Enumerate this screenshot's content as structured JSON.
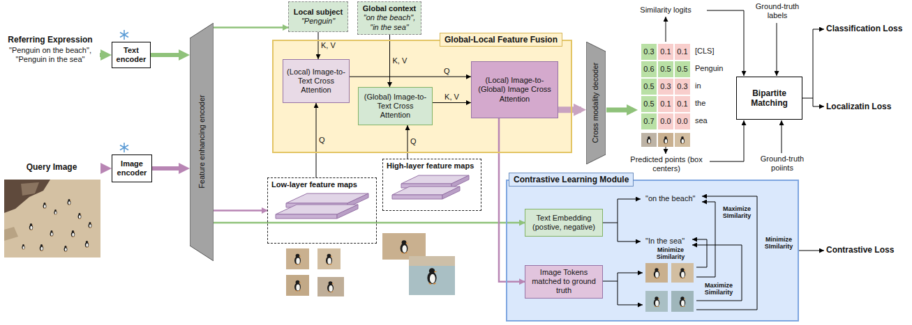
{
  "diagram": {
    "nodes": [
      {
        "text": [
          "Text encoder"
        ]
      },
      {
        "text": [
          "Image encoder"
        ]
      },
      {
        "text": [
          "Feature enhancing encoder"
        ]
      },
      {
        "text": [
          "Local subject",
          "\"Penguin\""
        ]
      },
      {
        "text": [
          "Global context",
          "\"on the beach\", \"in the sea\""
        ]
      },
      {
        "text": [
          "Global-Local Feature Fusion"
        ]
      },
      {
        "text": [
          "(Local) Image-to-Text Cross Attention"
        ],
        "in": 5
      },
      {
        "text": [
          "(Global) Image-to-Text Cross Attention"
        ],
        "in": 5
      },
      {
        "text": [
          "(Local) Image-to-(Global) Image Cross Attention"
        ],
        "in": 5
      },
      {
        "text": [
          "Low-layer feature maps"
        ]
      },
      {
        "text": [
          "High-layer feature maps"
        ]
      },
      {
        "text": [
          "Cross modality decoder"
        ]
      },
      {
        "text": [
          "Bipartite Matching"
        ]
      },
      {
        "text": [
          "Contrastive Learning Module"
        ]
      },
      {
        "text": [
          "Text Embedding (postive, negative)"
        ],
        "in": 13
      },
      {
        "text": [
          "Image Tokens matched to ground truth"
        ],
        "in": 13
      }
    ],
    "edges": [
      {
        "from": 0,
        "to": 2,
        "arrow": "to"
      },
      {
        "from": 1,
        "to": 2,
        "arrow": "to"
      },
      {
        "from": 2,
        "to": 3,
        "arrow": "to"
      },
      {
        "from": 2,
        "to": 9,
        "arrow": "to"
      },
      {
        "from": 2,
        "to": 14,
        "arrow": "to"
      },
      {
        "from": 3,
        "to": 6,
        "label": "K, V",
        "arrow": "to"
      },
      {
        "from": 4,
        "to": 7,
        "label": "K, V",
        "arrow": "to"
      },
      {
        "from": 9,
        "to": 6,
        "label": "Q",
        "arrow": "to"
      },
      {
        "from": 10,
        "to": 7,
        "label": "Q",
        "arrow": "to"
      },
      {
        "from": 6,
        "to": 8,
        "label": "Q",
        "arrow": "to"
      },
      {
        "from": 7,
        "to": 8,
        "label": "K, V",
        "arrow": "to"
      },
      {
        "from": 8,
        "to": 11,
        "arrow": "to"
      },
      {
        "from": 8,
        "to": 15,
        "arrow": "to"
      }
    ],
    "labels": [
      "Referring Expression",
      "\"Penguin on the beach\", \"Penguin in the sea\"",
      "Query Image",
      "Similarity logits",
      "Ground-truth labels",
      "0.3",
      "0.1",
      "0.1",
      "0.6",
      "0.5",
      "0.5",
      "0.5",
      "0.3",
      "0.3",
      "0.5",
      "0.1",
      "0.1",
      "0.7",
      "0.0",
      "0.0",
      "[CLS]",
      "Penguin",
      "in",
      "the",
      "sea",
      "Predicted points (box centers)",
      "Ground-truth poiints",
      "Classification Loss",
      "Localizatin Loss",
      "\"on the beach\"",
      "\"In the sea\"",
      "Maximize SImilarity",
      "Minimize SImilarity",
      "Minimize Similarity",
      "Maximize Similarity",
      "Contrastive Loss"
    ]
  }
}
